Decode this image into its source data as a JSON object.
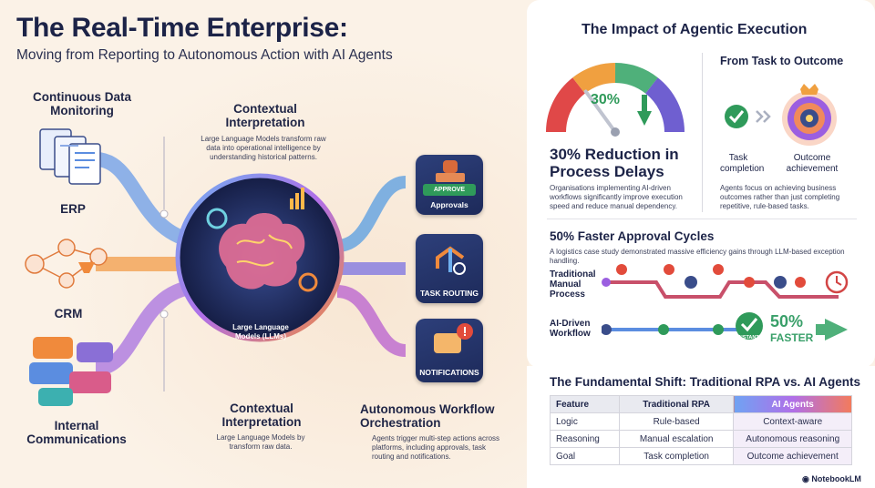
{
  "header": {
    "title": "The Real-Time Enterprise:",
    "subtitle": "Moving from Reporting to Autonomous Action with AI Agents"
  },
  "left": {
    "monitoring_label": "Continuous Data Monitoring",
    "erp_label": "ERP",
    "crm_label": "CRM",
    "comms_label": "Internal Communications",
    "context_top_title": "Contextual Interpretation",
    "context_top_desc": "Large Language Models transform raw data into operational intelligence by understanding historical patterns.",
    "llm_label": "Large Language Models (LLMs)",
    "context_bottom_title": "Contextual Interpretation",
    "context_bottom_desc": "Large Language Models by transform raw data.",
    "tiles": {
      "approve_badge": "APPROVE",
      "approvals": "Approvals",
      "task_routing": "TASK ROUTING",
      "notifications": "NOTIFICATIONS"
    },
    "orchestration_title": "Autonomous Workflow Orchestration",
    "orchestration_desc": "Agents trigger multi-step actions across platforms, including approvals, task routing and notifications."
  },
  "impact": {
    "title": "The Impact of Agentic Execution",
    "gauge_value": "30%",
    "gauge_fraction": 0.3,
    "reduction_title": "30% Reduction in Process Delays",
    "reduction_desc": "Organisations implementing AI-driven workflows significantly improve execution speed and reduce manual dependency.",
    "task_outcome_title": "From Task to Outcome",
    "task_label": "Task completion",
    "outcome_label": "Outcome achievement",
    "task_outcome_desc": "Agents focus on achieving business outcomes rather than just completing repetitive, rule-based tasks."
  },
  "approval": {
    "title": "50% Faster Approval Cycles",
    "desc": "A logistics case study demonstrated massive efficiency gains through LLM-based exception handling.",
    "traditional_label": "Traditional Manual Process",
    "ai_label": "AI-Driven Workflow",
    "instant_badge": "INSTANT",
    "faster_value": "50%",
    "faster_label": "FASTER"
  },
  "shift": {
    "title": "The Fundamental Shift: Traditional RPA vs. AI Agents",
    "headers": [
      "Feature",
      "Traditional RPA",
      "AI Agents"
    ],
    "rows": [
      [
        "Logic",
        "Rule-based",
        "Context-aware"
      ],
      [
        "Reasoning",
        "Manual escalation",
        "Autonomous reasoning"
      ],
      [
        "Goal",
        "Task completion",
        "Outcome achievement"
      ]
    ]
  },
  "footer": {
    "brand": "NotebookLM"
  },
  "colors": {
    "navy": "#1c2347",
    "accent_green": "#2f9a5a",
    "accent_orange": "#f08a3c",
    "accent_purple": "#9b5fe0",
    "accent_red": "#d64545"
  }
}
